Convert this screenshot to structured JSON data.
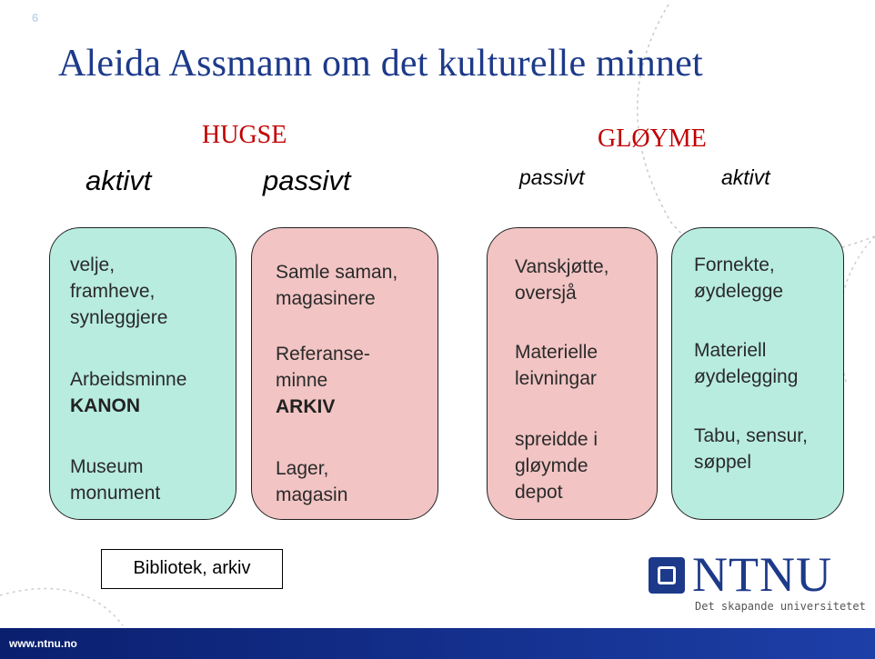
{
  "slide_number": "6",
  "title": "Aleida Assmann om det kulturelle minnet",
  "groups": {
    "hugse": "HUGSE",
    "gloyme": "GLØYME"
  },
  "columns": {
    "hugse_active": "aktivt",
    "hugse_passive": "passivt",
    "gloyme_passive": "passivt",
    "gloyme_active": "aktivt"
  },
  "boxes": {
    "hugse_active": {
      "color": "#b8ecdf",
      "lines": [
        "velje,",
        "framheve,",
        "synleggjere"
      ],
      "term": "Arbeidsminne",
      "keyword": "KANON",
      "extra": [
        "Museum",
        "monument"
      ]
    },
    "hugse_passive": {
      "color": "#f2c4c4",
      "lines": [
        "Samle saman,",
        "magasinere"
      ],
      "term": [
        "Referanse-",
        "minne"
      ],
      "keyword": "ARKIV",
      "extra": [
        "Lager,",
        "magasin"
      ]
    },
    "gloyme_passive": {
      "color": "#f2c4c4",
      "lines": [
        "Vanskjøtte,",
        "oversjå"
      ],
      "term": [
        "Materielle",
        "leivningar"
      ],
      "extra": [
        "spreidde i",
        "gløymde",
        "depot"
      ]
    },
    "gloyme_active": {
      "color": "#b8ecdf",
      "lines": [
        "Fornekte,",
        "øydelegge"
      ],
      "term": [
        "Materiell",
        "øydelegging"
      ],
      "extra": [
        "Tabu, sensur,",
        "søppel"
      ]
    }
  },
  "reference_box": "Bibliotek, arkiv",
  "logo": {
    "name": "NTNU",
    "tagline": "Det skapande universitetet",
    "color": "#1d3a8a"
  },
  "footer": {
    "url": "www.ntnu.no",
    "color": "#0a1f6e"
  },
  "accent_colors": {
    "title": "#1d3a8a",
    "group_labels": "#c00000"
  }
}
